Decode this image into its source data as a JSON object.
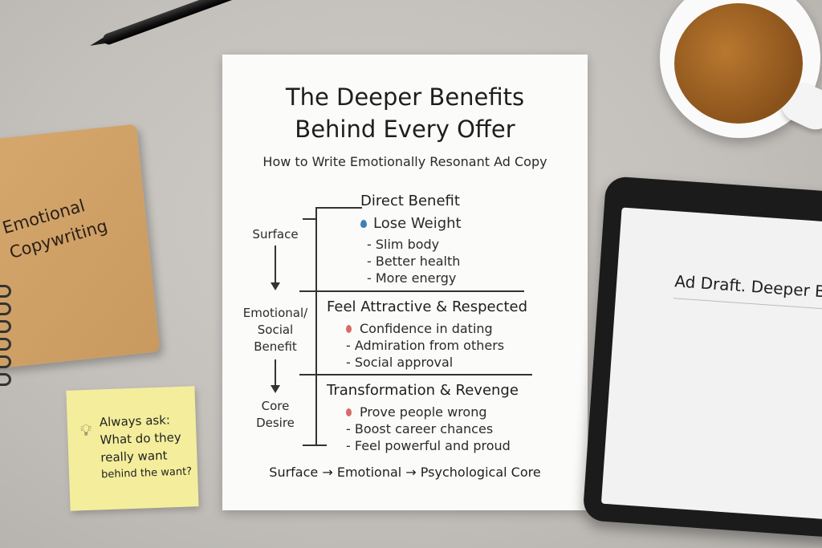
{
  "notebook": {
    "title_line1": "Emotional",
    "title_line2": "Copywriting"
  },
  "sticky_note": {
    "line1": "Always ask:",
    "line2": "What do they",
    "line3": "really want",
    "line4": "behind the want?"
  },
  "paper": {
    "title_line1": "The Deeper Benefits",
    "title_line2": "Behind Every Offer",
    "subtitle": "How to Write Emotionally Resonant Ad Copy",
    "stages": {
      "surface": "Surface",
      "emotional_line1": "Emotional/",
      "emotional_line2": "Social",
      "emotional_line3": "Benefit",
      "core_line1": "Core",
      "core_line2": "Desire"
    },
    "sections": [
      {
        "title": "Direct Benefit",
        "headline": "Lose Weight",
        "items": [
          "- Slim body",
          "- Better health",
          "- More energy"
        ]
      },
      {
        "title": "Feel Attractive & Respected",
        "items": [
          "Confidence in dating",
          "- Admiration from others",
          "- Social approval"
        ]
      },
      {
        "title": "Transformation & Revenge",
        "items": [
          "Prove people wrong",
          "- Boost career chances",
          "- Feel powerful and proud"
        ]
      }
    ],
    "footer": "Surface → Emotional → Psychological Core"
  },
  "tablet": {
    "draft_title": "Ad Draft. Deeper Bene"
  }
}
